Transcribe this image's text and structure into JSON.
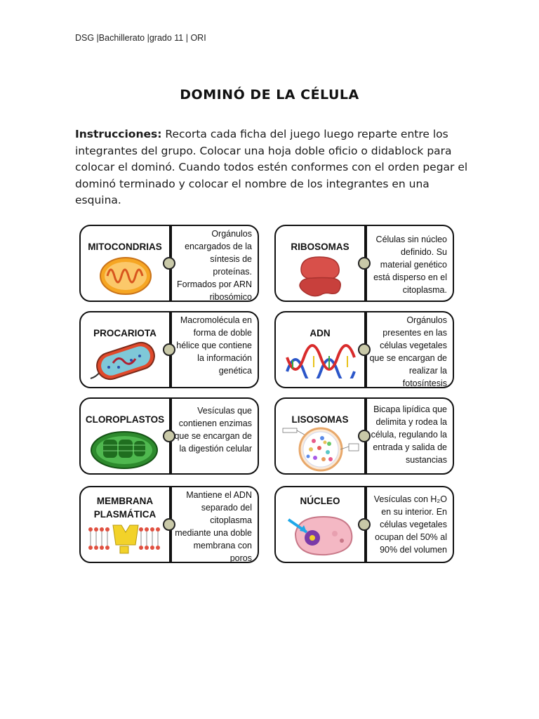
{
  "header": {
    "text": "DSG |Bachillerato |grado 11 | ORI"
  },
  "title": "DOMINÓ DE LA CÉLULA",
  "instructions": {
    "label": "Instrucciones:",
    "text": " Recorta cada ficha del juego luego reparte entre los integrantes del grupo. Colocar una hoja doble oficio o didablock para colocar el dominó. Cuando todos estén conformes con el orden pegar el dominó terminado y colocar el nombre de los integrantes en una esquina."
  },
  "cards": [
    {
      "term": "MITOCONDRIAS",
      "image": "mitochondria-icon",
      "description": "Orgánulos encargados de la síntesis de proteínas. Formados por ARN ribosómico"
    },
    {
      "term": "RIBOSOMAS",
      "image": "ribosome-icon",
      "description": "Células sin núcleo definido. Su material genético está disperso en el citoplasma."
    },
    {
      "term": "PROCARIOTA",
      "image": "prokaryote-icon",
      "description": "Macromolécula en forma de doble hélice que contiene la información genética"
    },
    {
      "term": "ADN",
      "image": "dna-icon",
      "description": "Orgánulos presentes en las células vegetales que se encargan de realizar la fotosíntesis"
    },
    {
      "term": "CLOROPLASTOS",
      "image": "chloroplast-icon",
      "description": "Vesículas que contienen enzimas que se encargan de la digestión celular"
    },
    {
      "term": "LISOSOMAS",
      "image": "lysosome-icon",
      "description": "Bicapa lipídica que delimita y rodea la célula, regulando la entrada y salida de sustancias"
    },
    {
      "term": "MEMBRANA PLASMÁTICA",
      "image": "membrane-icon",
      "description": "Mantiene el ADN separado del citoplasma mediante una doble membrana con poros"
    },
    {
      "term": "NÚCLEO",
      "image": "nucleus-icon",
      "description": "Vesículas con H₂O en su interior. En células vegetales ocupan del 50% al 90% del volumen"
    }
  ]
}
